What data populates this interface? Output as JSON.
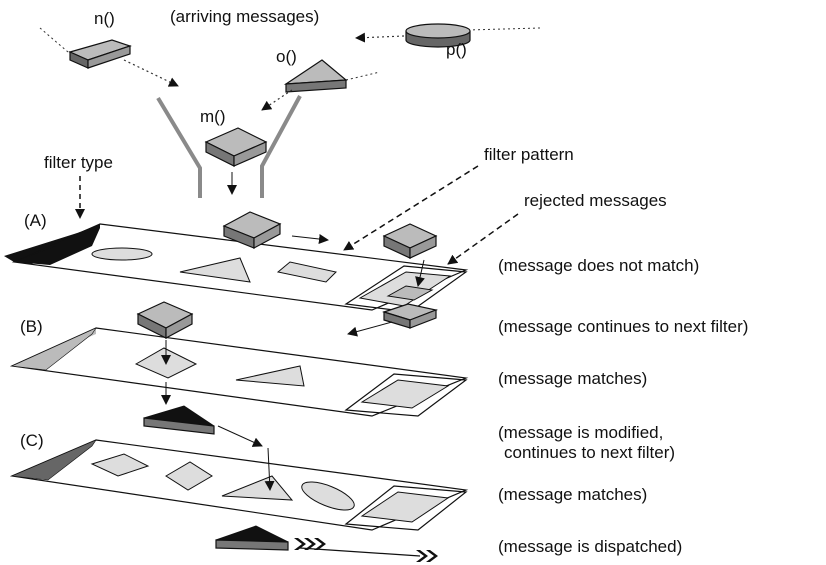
{
  "messages": {
    "n": "n()",
    "o": "o()",
    "p": "p()",
    "m": "m()"
  },
  "labels": {
    "arriving": "(arriving messages)",
    "filter_type": "filter type",
    "filter_pattern": "filter pattern",
    "rejected": "rejected messages"
  },
  "filters": [
    {
      "id": "(A)",
      "status": "(message does not match)"
    },
    {
      "id": "(B)",
      "status": "(message continues to next filter)",
      "status2": "(message matches)"
    },
    {
      "id": "(C)",
      "status": "(message matches)"
    }
  ],
  "status_extra": {
    "modified_line1": "(message is modified,",
    "modified_line2": "continues to next filter)",
    "dispatched": "(message is dispatched)"
  }
}
